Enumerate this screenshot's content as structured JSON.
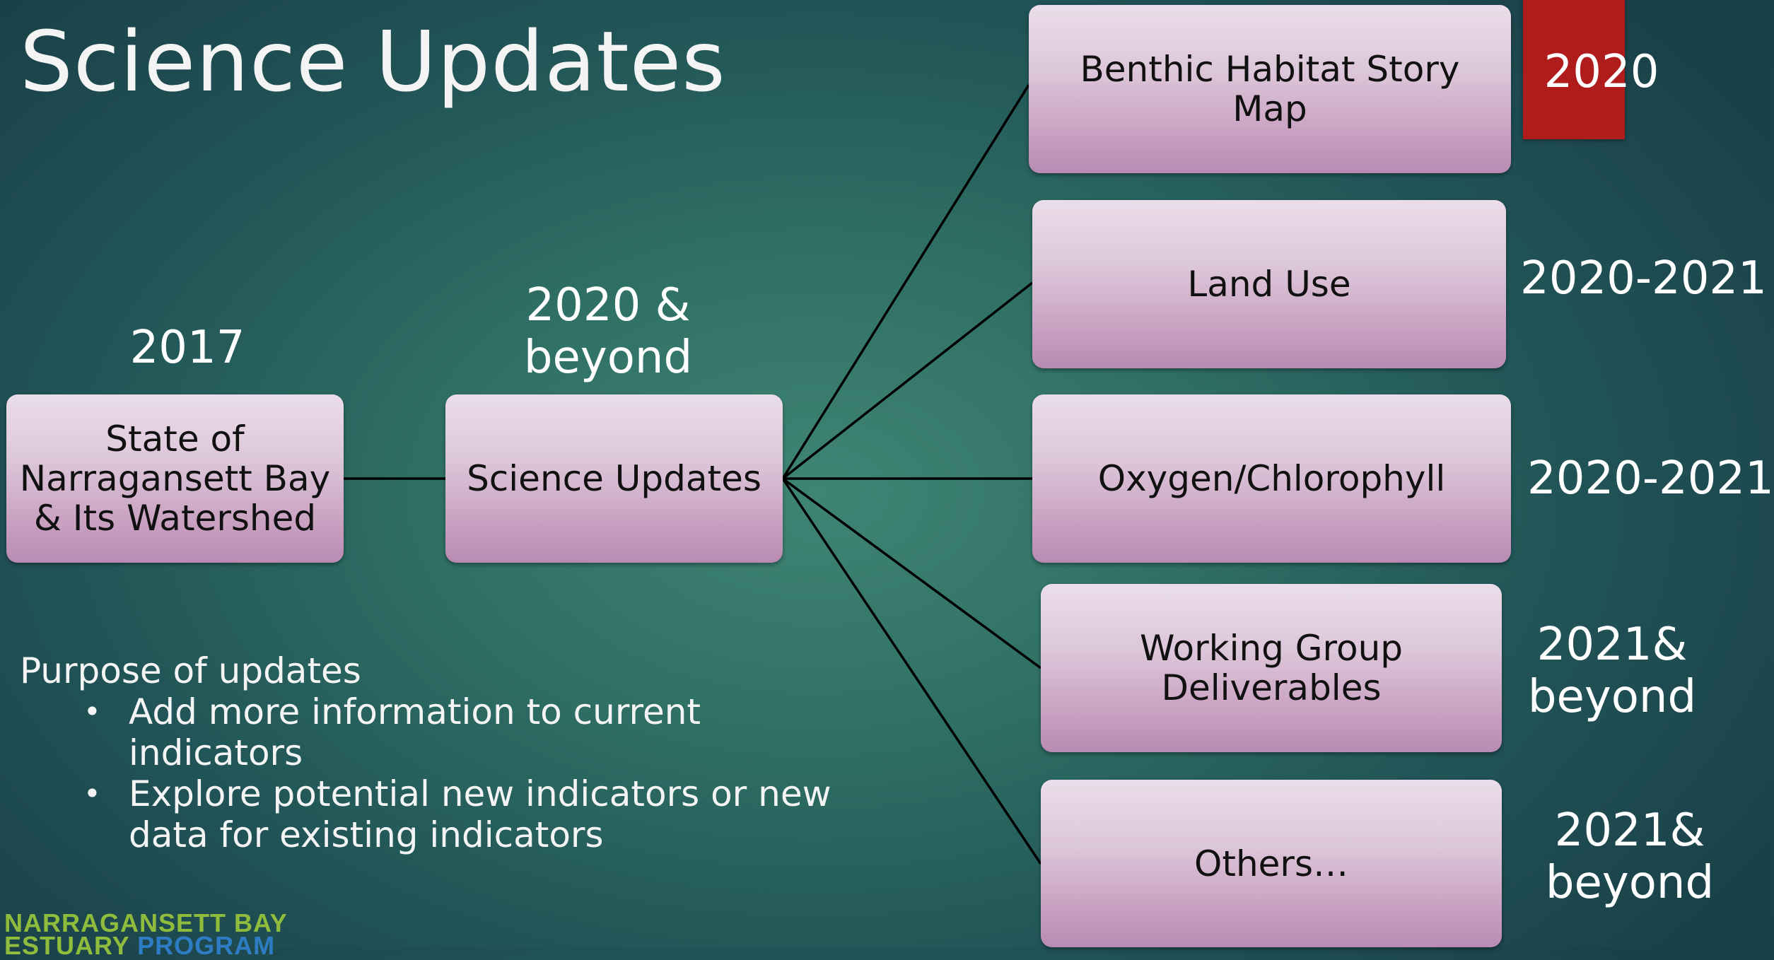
{
  "title": "Science Updates",
  "root": {
    "year": "2017",
    "label_lines": [
      "State of",
      "Narragansett Bay",
      "& Its Watershed"
    ]
  },
  "hub": {
    "year_lines": [
      "2020 &",
      "beyond"
    ],
    "label": "Science Updates"
  },
  "branches": [
    {
      "label_lines": [
        "Benthic Habitat Story Map"
      ],
      "timeframe_lines": [
        "2020"
      ],
      "highlight_color": "#b01c1c"
    },
    {
      "label_lines": [
        "Land Use"
      ],
      "timeframe_lines": [
        "2020-2021"
      ]
    },
    {
      "label_lines": [
        "Oxygen/Chlorophyll"
      ],
      "timeframe_lines": [
        "2020-2021"
      ]
    },
    {
      "label_lines": [
        "Working Group",
        "Deliverables"
      ],
      "timeframe_lines": [
        "2021&",
        "beyond"
      ]
    },
    {
      "label_lines": [
        "Others…"
      ],
      "timeframe_lines": [
        "2021&",
        "beyond"
      ]
    }
  ],
  "purpose": {
    "heading": "Purpose of updates",
    "bullets": [
      "Add more information to current indicators",
      "Explore potential new indicators or new data for existing indicators"
    ]
  },
  "logo": {
    "line1": "NARRAGANSETT BAY",
    "line2_part1": "ESTUARY",
    "line2_part2": "PROGRAM"
  },
  "colors": {
    "background": "#2f6f64",
    "box_fill_top": "#ebdde9",
    "box_fill_bottom": "#b98bb3",
    "connector": "#000000",
    "logo_green": "#8fbc3c",
    "logo_blue": "#2e7cc4"
  }
}
